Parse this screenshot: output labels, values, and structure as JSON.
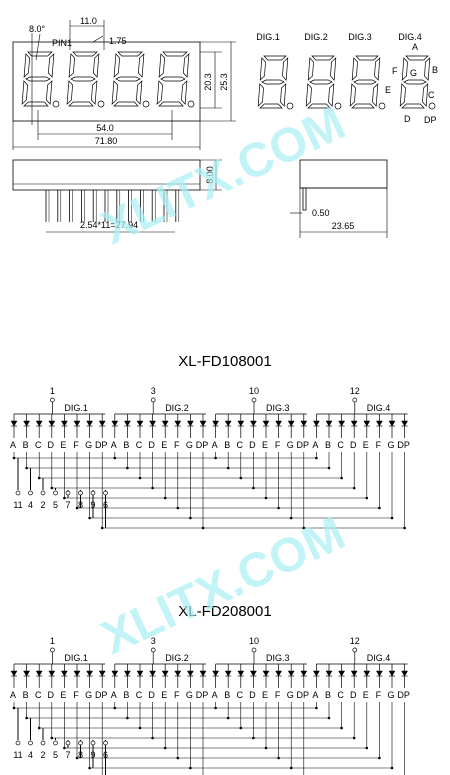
{
  "watermark": "XLITX.COM",
  "top_drawing": {
    "dims": {
      "pitch": "11.0",
      "slant": "8.0°",
      "pin1": "PIN1",
      "seg_width": "1.75",
      "digit_height": "20.3",
      "body_height": "25.3",
      "digit_span": "54.0",
      "body_length": "71.80",
      "thickness": "8.00",
      "pin_span": "2.54*11=27.94",
      "pin_dia": "0.50",
      "side_width": "23.65"
    },
    "digit_labels": [
      "DIG.1",
      "DIG.2",
      "DIG.3",
      "DIG.4"
    ],
    "segment_labels": {
      "A": "A",
      "B": "B",
      "C": "C",
      "D": "D",
      "E": "E",
      "F": "F",
      "G": "G",
      "DP": "DP"
    }
  },
  "circuits": [
    {
      "title": "XL-FD108001",
      "groups": [
        {
          "pin": "1",
          "name": "DIG.1"
        },
        {
          "pin": "3",
          "name": "DIG.2"
        },
        {
          "pin": "10",
          "name": "DIG.3"
        },
        {
          "pin": "12",
          "name": "DIG.4"
        }
      ],
      "seg_pins": [
        "11",
        "4",
        "2",
        "5",
        "7",
        "8",
        "9",
        "6"
      ]
    },
    {
      "title": "XL-FD208001",
      "groups": [
        {
          "pin": "1",
          "name": "DIG.1"
        },
        {
          "pin": "3",
          "name": "DIG.2"
        },
        {
          "pin": "10",
          "name": "DIG.3"
        },
        {
          "pin": "12",
          "name": "DIG.4"
        }
      ],
      "seg_pins": [
        "11",
        "4",
        "2",
        "5",
        "7",
        "8",
        "9",
        "6"
      ]
    }
  ],
  "segment_letters": [
    "A",
    "B",
    "C",
    "D",
    "E",
    "F",
    "G",
    "DP"
  ]
}
